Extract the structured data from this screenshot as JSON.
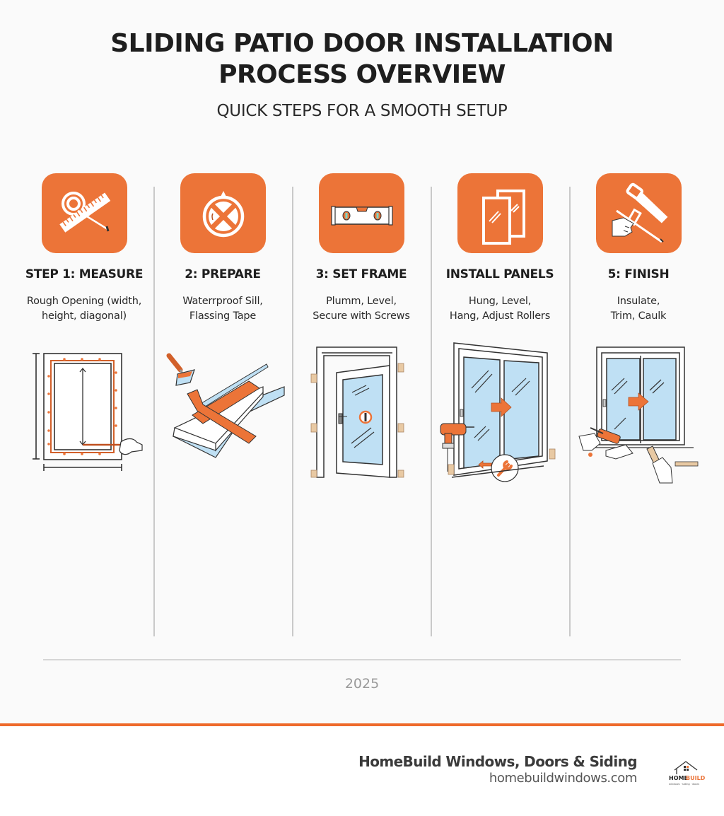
{
  "header": {
    "title_line1": "SLIDING PATIO DOOR INSTALLATION",
    "title_line2": "PROCESS OVERVIEW",
    "subtitle": "QUICK STEPS FOR A SMOOTH SETUP"
  },
  "steps": [
    {
      "title": "STEP 1: MEASURE",
      "desc_line1": "Rough Opening (width,",
      "desc_line2": "height, diagonal)",
      "icon": "ruler-tape-measure-icon",
      "illustration": "rough-opening-measurement"
    },
    {
      "title": "2: PREPARE",
      "desc_line1": "Waterrproof Sill,",
      "desc_line2": "Flassing Tape",
      "icon": "sill-seal-icon",
      "illustration": "sill-flashing-tape"
    },
    {
      "title": "3: SET FRAME",
      "desc_line1": "Plumm, Level,",
      "desc_line2": "Secure with Screws",
      "icon": "spirit-level-icon",
      "illustration": "door-frame-shims"
    },
    {
      "title": "INSTALL PANELS",
      "desc_line1": "Hung, Level,",
      "desc_line2": "Hang, Adjust Rollers",
      "icon": "glass-panels-icon",
      "illustration": "sliding-panels-drill"
    },
    {
      "title": "5: FINISH",
      "desc_line1": "Insulate,",
      "desc_line2": "Trim, Caulk",
      "icon": "saw-caulk-gun-icon",
      "illustration": "caulking-trim"
    }
  ],
  "footer": {
    "year": "2025",
    "company_name": "HomeBuild Windows, Doors & Siding",
    "company_url": "homebuildwindows.com",
    "logo_text_home": "HOME",
    "logo_text_build": "BUILD",
    "logo_tagline": "windows · siding · doors"
  },
  "colors": {
    "accent": "#ec7438",
    "bar": "#ee6a2b",
    "glass": "#bfe0f4",
    "shim": "#e8c9a3",
    "text": "#1e1e1e"
  }
}
